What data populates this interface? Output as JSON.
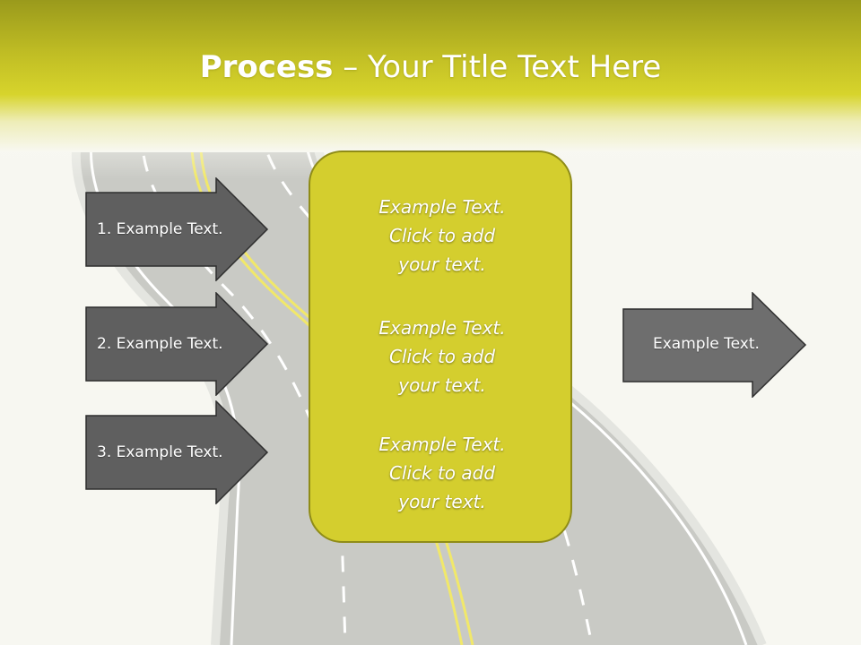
{
  "slide": {
    "title_bold": "Process",
    "title_rest": " – Your Title Text Here",
    "colors": {
      "header": "#c9c622",
      "panel": "#d4ce2e",
      "arrow_dark": "#5f5f5f",
      "arrow_light": "#6e6e6e",
      "road": "#c8c9c4"
    },
    "left_arrows": [
      {
        "label": "1. Example Text."
      },
      {
        "label": "2. Example Text."
      },
      {
        "label": "3. Example Text."
      }
    ],
    "panel_items": [
      {
        "line1": "Example Text.",
        "line2": "Click  to add",
        "line3": "your text."
      },
      {
        "line1": "Example Text.",
        "line2": "Click  to add",
        "line3": "your text."
      },
      {
        "line1": "Example Text.",
        "line2": "Click  to add",
        "line3": "your text."
      }
    ],
    "right_arrow": {
      "label": "Example Text."
    }
  }
}
